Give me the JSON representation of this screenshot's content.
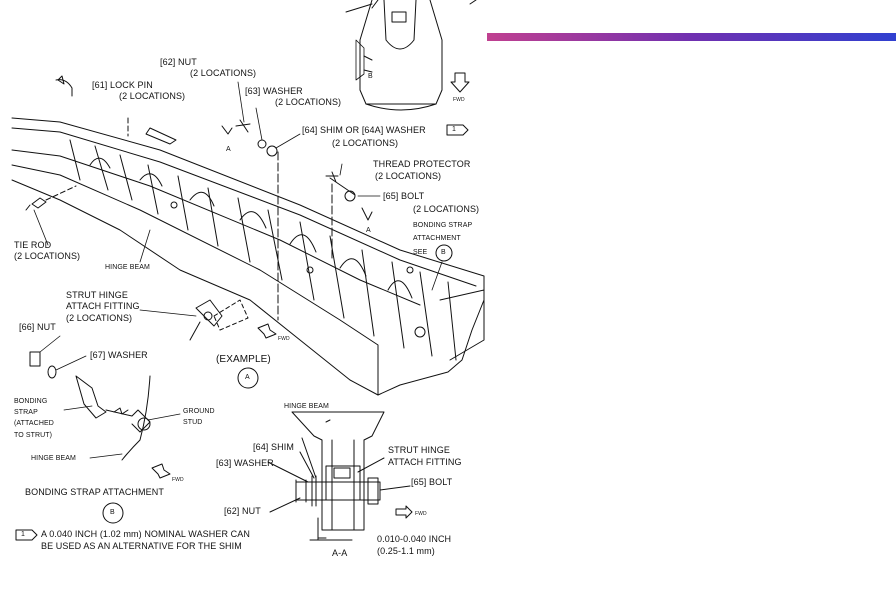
{
  "header_bar": {
    "colors": [
      "#c04090",
      "#7030b0",
      "#3040d0"
    ]
  },
  "callouts": {
    "nut62": "[62] NUT",
    "nut62_loc": "(2 LOCATIONS)",
    "lockpin61": "[61] LOCK PIN",
    "lockpin61_loc": "(2 LOCATIONS)",
    "washer63": "[63] WASHER",
    "washer63_loc": "(2 LOCATIONS)",
    "shim64": "[64] SHIM OR [64A] WASHER",
    "shim64_loc": "(2 LOCATIONS)",
    "note_flag": "1",
    "thread_protector": "THREAD PROTECTOR",
    "thread_protector_loc": "(2 LOCATIONS)",
    "bolt65": "[65] BOLT",
    "bolt65_loc": "(2 LOCATIONS)",
    "bonding_strap_att": "BONDING STRAP",
    "attachment": "ATTACHMENT",
    "see": "SEE",
    "view_b": "B",
    "view_a_letter": "A",
    "view_a_letter2": "A",
    "tie_rod": "TIE ROD",
    "tie_rod_loc": "(2 LOCATIONS)",
    "hinge_beam": "HINGE BEAM",
    "strut_hinge": "STRUT HINGE",
    "attach_fitting": "ATTACH FITTING",
    "strut_loc": "(2 LOCATIONS)",
    "fwd": "FWD",
    "example": "(EXAMPLE)",
    "engine_b": "B"
  },
  "detail_b": {
    "nut66": "[66] NUT",
    "washer67": "[67] WASHER",
    "bonding": "BONDING",
    "strap": "STRAP",
    "attached": "(ATTACHED",
    "to_strut": "TO STRUT)",
    "ground": "GROUND",
    "stud": "STUD",
    "hinge_beam": "HINGE BEAM",
    "fwd": "FWD",
    "title": "BONDING STRAP ATTACHMENT",
    "view": "B"
  },
  "detail_a": {
    "hinge_beam": "HINGE BEAM",
    "shim64": "[64] SHIM",
    "washer63": "[63] WASHER",
    "strut_hinge": "STRUT HINGE",
    "attach_fitting": "ATTACH FITTING",
    "bolt65": "[65] BOLT",
    "nut62": "[62] NUT",
    "fwd": "FWD",
    "gap": "0.010-0.040 INCH",
    "gap_mm": "(0.25-1.1 mm)",
    "section": "A-A",
    "view": "A"
  },
  "engine_view": {
    "fwd": "FWD"
  },
  "footnote": {
    "flag": "1",
    "line1": "A 0.040 INCH (1.02 mm) NOMINAL WASHER CAN",
    "line2": "BE USED AS AN ALTERNATIVE FOR THE SHIM"
  }
}
